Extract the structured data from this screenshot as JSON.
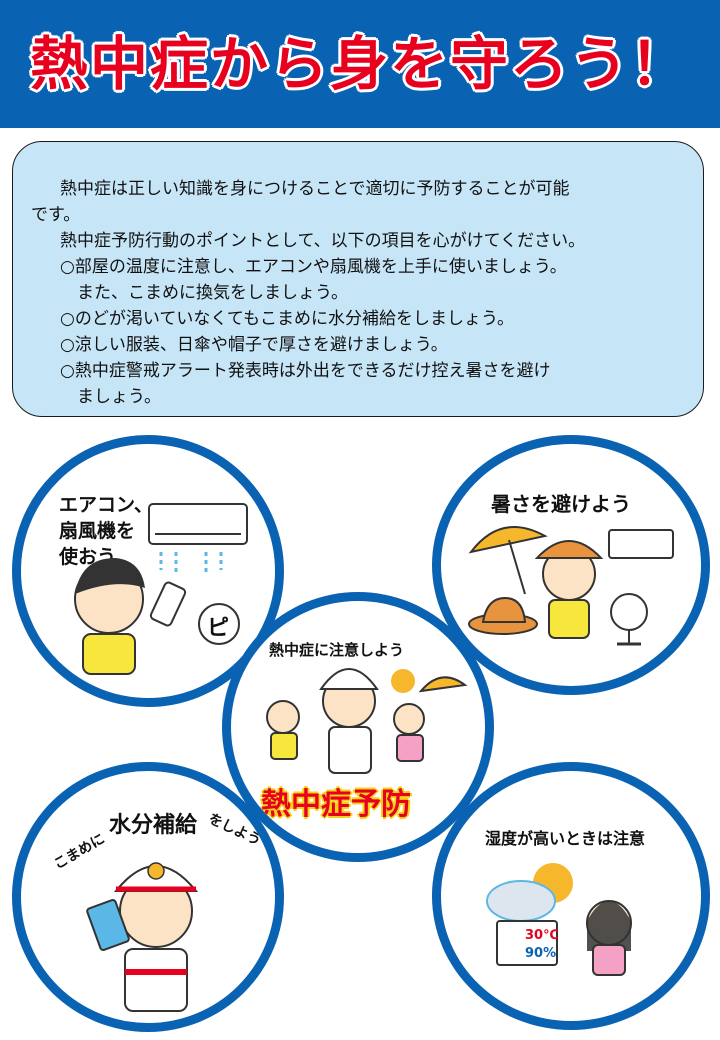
{
  "title": "熱中症から身を守ろう！",
  "intro": {
    "lines": [
      "　熱中症は正しい知識を身につけることで適切に予防することが可能",
      "です。",
      "　熱中症予防行動のポイントとして、以下の項目を心がけてください。",
      "　○部屋の温度に注意し、エアコンや扇風機を上手に使いましょう。",
      "　　また、こまめに換気をしましょう。",
      "　○のどが渇いていなくてもこまめに水分補給をしましょう。",
      "　○涼しい服装、日傘や帽子で厚さを避けましょう。",
      "　○熱中症警戒アラート発表時は外出をできるだけ控え暑さを避け",
      "　　ましょう。"
    ]
  },
  "illustrations": {
    "aircon": {
      "line1": "エアコン、",
      "line2": "扇風機を",
      "line3": "使おう",
      "remote_sound": "ピ"
    },
    "avoid_heat": {
      "caption": "暑さを避けよう"
    },
    "center": {
      "caption": "熱中症に注意しよう",
      "banner": "熱中症予防"
    },
    "water": {
      "pre": "こまめに",
      "main": "水分補給",
      "post": "をしよう"
    },
    "humidity": {
      "caption": "湿度が高いときは注意",
      "temperature": "30℃",
      "humidity": "90%"
    }
  },
  "colors": {
    "banner_blue": "#0a63b2",
    "title_red": "#e8001f",
    "panel_blue": "#c6e5f7"
  }
}
